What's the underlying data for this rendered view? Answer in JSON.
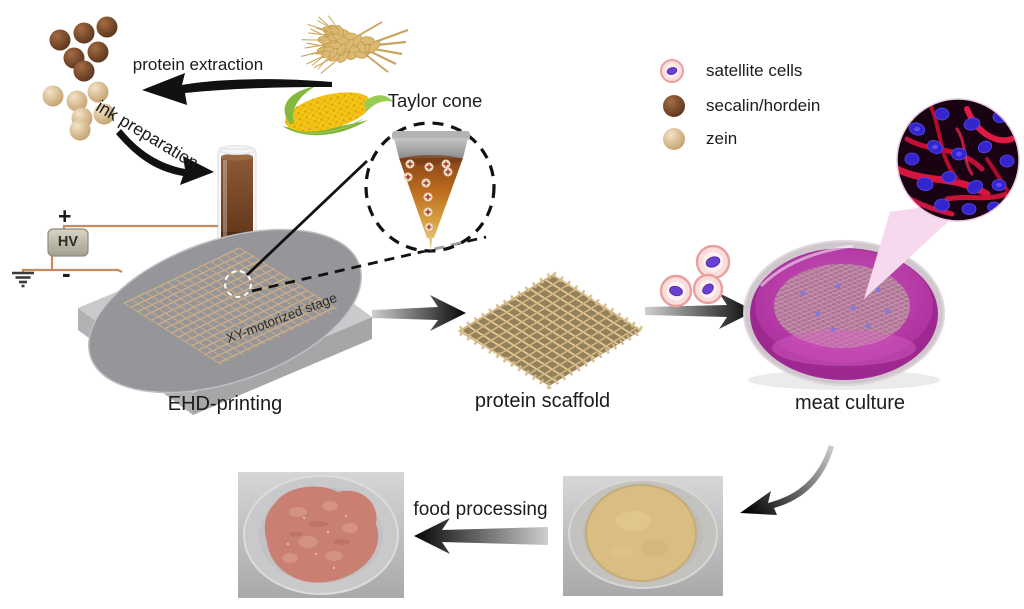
{
  "labels": {
    "protein_extraction": "protein extraction",
    "ink_preparation": "ink preparation",
    "taylor_cone": "Taylor cone",
    "hv": "HV",
    "electrode_plus": "+",
    "electrode_minus": "-",
    "stage": "XY-motorized stage",
    "ehd_printing": "EHD-printing",
    "protein_scaffold": "protein scaffold",
    "meat_culture": "meat culture",
    "food_processing": "food processing"
  },
  "legend": {
    "items": [
      {
        "icon": "satellite-cell-icon",
        "label": "satellite cells"
      },
      {
        "icon": "secalin-hordein-sphere-icon",
        "label": "secalin/hordein",
        "color": "#6f4226"
      },
      {
        "icon": "zein-sphere-icon",
        "label": "zein",
        "color": "#dfc094"
      }
    ]
  },
  "colors": {
    "culture_media_magenta": "#b833a6",
    "scaffold_tan": "#d9be8c",
    "ink_brown": "#7a4a2a",
    "cone_amber": "#c87828",
    "wire_copper": "#c68a60",
    "fluorescence_red": "#d81540",
    "fluorescence_blue": "#3525cc"
  }
}
